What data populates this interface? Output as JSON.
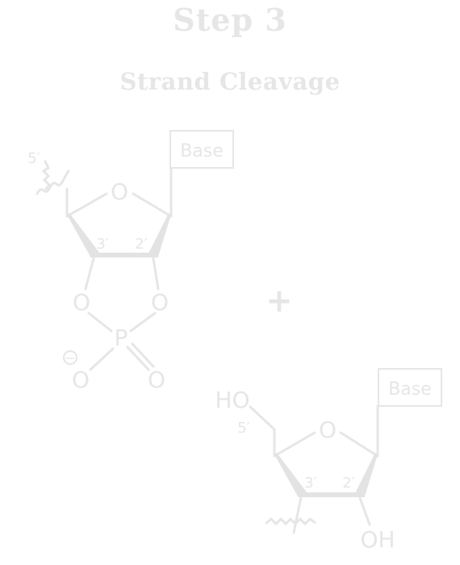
{
  "header": {
    "step_title": "Step 3",
    "step_subtitle": "Strand Cleavage"
  },
  "product_left": {
    "base_label": "Base",
    "ring_oxygen": "O",
    "carbon_3_label": "3′",
    "carbon_2_label": "2′",
    "carbon_5_label": "5′",
    "cyclic_oxygen_left": "O",
    "cyclic_oxygen_right": "O",
    "phosphorus": "P",
    "charged_oxygen": "O",
    "double_bond_oxygen": "O",
    "charge_sign": "−"
  },
  "plus_sign": "+",
  "product_right": {
    "base_label": "Base",
    "ring_oxygen": "O",
    "hydroxyl_5": "HO",
    "carbon_5_label": "5′",
    "carbon_3_label": "3′",
    "carbon_2_label": "2′",
    "hydroxyl_2": "OH"
  },
  "colors": {
    "foreground": "#e6e6e6",
    "background": "#ffffff"
  }
}
